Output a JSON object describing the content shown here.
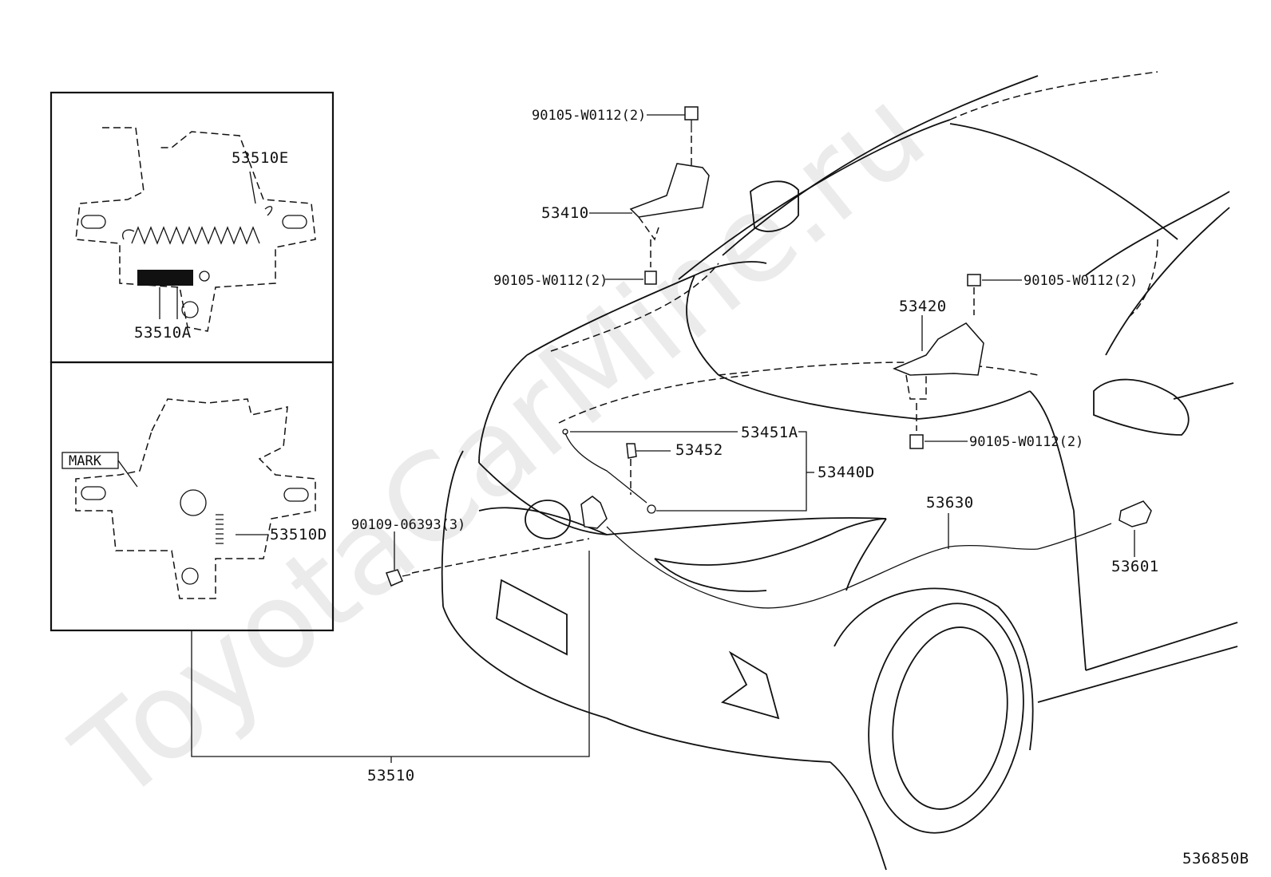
{
  "watermark": "ToyotaCarMine.ru",
  "diagram_id": "536850B",
  "inset_labels": {
    "spring_e": "53510E",
    "spring_a": "53510A",
    "mark": "MARK",
    "spring_d": "53510D"
  },
  "labels": {
    "bolt_top": "90105-W0112(2)",
    "hinge_left": "53410",
    "bolt_hinge_left_lower": "90105-W0112(2)",
    "bolt_hinge_right_upper": "90105-W0112(2)",
    "hinge_right": "53420",
    "bolt_hinge_right_lower": "90105-W0112(2)",
    "support_rod": "53451A",
    "rod_holder": "53452",
    "rod_assy": "53440D",
    "cable": "53630",
    "release_lever": "53601",
    "lock_bolt": "90109-06393(3)",
    "lock_assy": "53510"
  }
}
